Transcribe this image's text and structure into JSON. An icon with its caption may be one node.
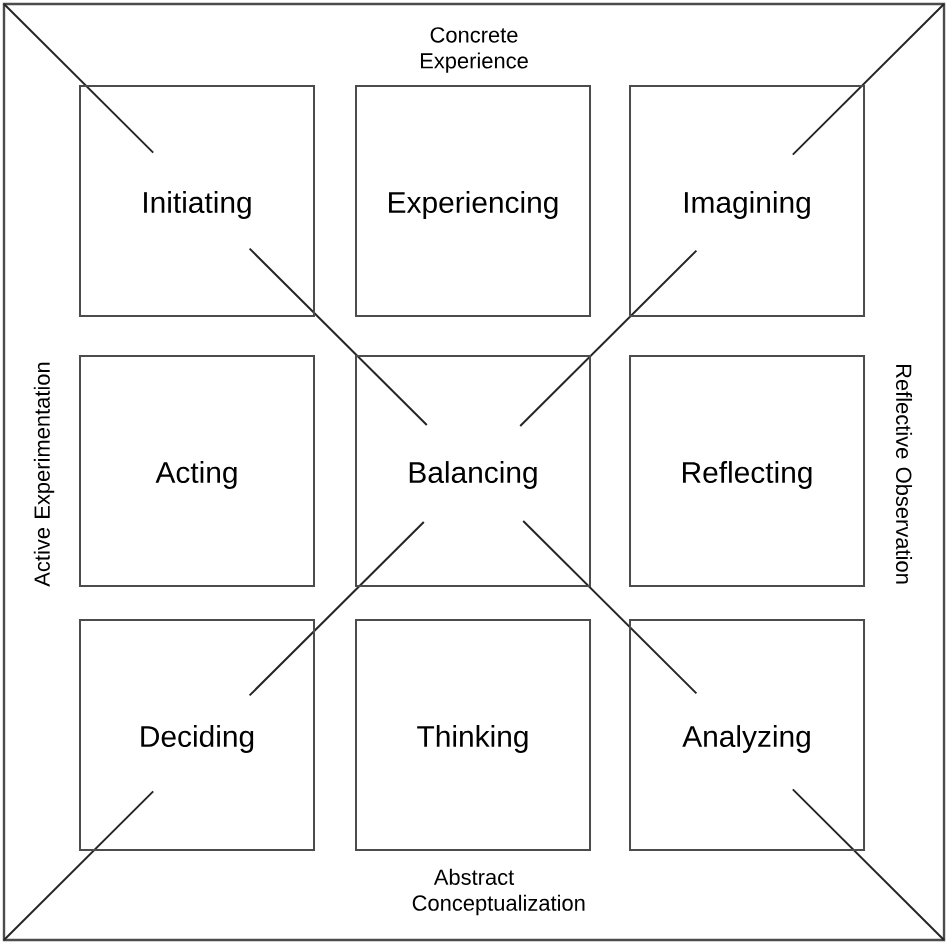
{
  "diagram": {
    "nodes": [
      {
        "text": [
          "Initiating"
        ]
      },
      {
        "text": [
          "Experiencing"
        ]
      },
      {
        "text": [
          "Imagining"
        ]
      },
      {
        "text": [
          "Acting"
        ]
      },
      {
        "text": [
          "Balancing"
        ]
      },
      {
        "text": [
          "Reflecting"
        ]
      },
      {
        "text": [
          "Deciding"
        ]
      },
      {
        "text": [
          "Thinking"
        ]
      },
      {
        "text": [
          "Analyzing"
        ]
      }
    ],
    "labels": [
      "Concrete Experience",
      "Active Experimentation",
      "Reflective Observation",
      "Abstract Conceptualization"
    ]
  }
}
